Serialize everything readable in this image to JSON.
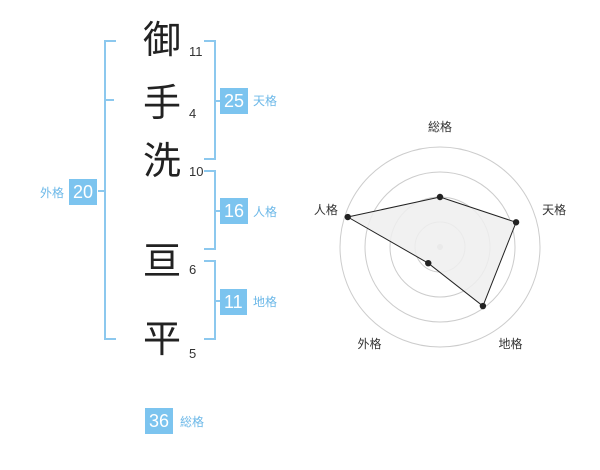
{
  "name_characters": [
    {
      "char": "御",
      "strokes": "11"
    },
    {
      "char": "手",
      "strokes": "4"
    },
    {
      "char": "洗",
      "strokes": "10"
    },
    {
      "char": "亘",
      "strokes": "6"
    },
    {
      "char": "平",
      "strokes": "5"
    }
  ],
  "scores": {
    "tenkaku": {
      "value": "25",
      "label": "天格"
    },
    "jinkaku": {
      "value": "16",
      "label": "人格"
    },
    "chikaku": {
      "value": "11",
      "label": "地格"
    },
    "gaikaku": {
      "value": "20",
      "label": "外格"
    },
    "soukaku": {
      "value": "36",
      "label": "総格"
    }
  },
  "colors": {
    "accent": "#7cc4ef",
    "bracket": "#8cc8ee",
    "polygon_fill": "#eeeeee",
    "grid": "#cccccc"
  },
  "chart_data": {
    "type": "radar",
    "axes": [
      "総格",
      "天格",
      "地格",
      "外格",
      "人格"
    ],
    "values": [
      0.5,
      0.8,
      0.73,
      0.2,
      0.97
    ],
    "range": [
      0,
      1
    ],
    "rings": 4
  }
}
